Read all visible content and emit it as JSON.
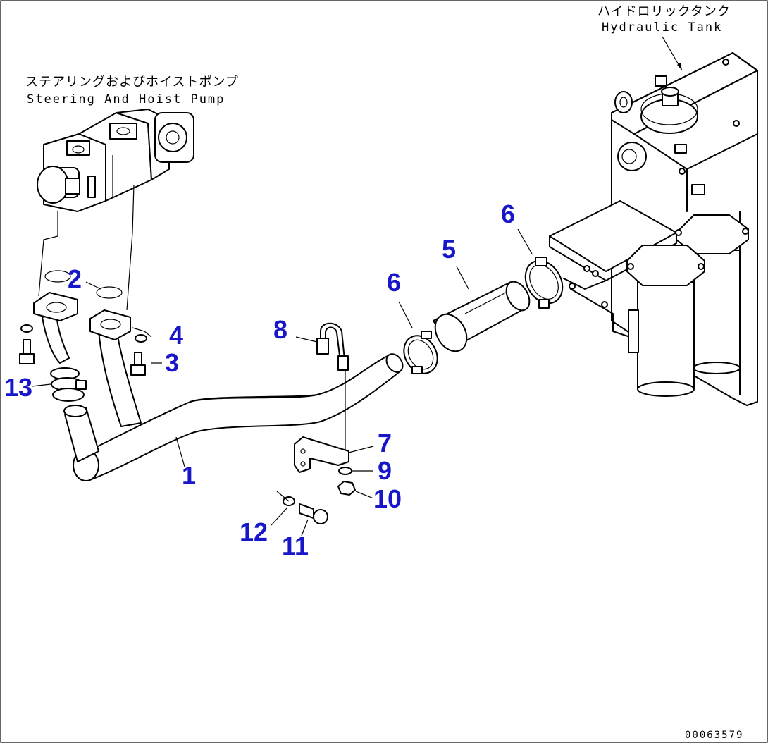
{
  "labels": {
    "pump_jp": "ステアリングおよびホイストポンプ",
    "pump_en": "Steering And Hoist Pump",
    "tank_jp": "ハイドロリックタンク",
    "tank_en": "Hydraulic Tank",
    "drawing_code": "00063579"
  },
  "callouts": {
    "c1": "1",
    "c2": "2",
    "c3": "3",
    "c4": "4",
    "c5": "5",
    "c6a": "6",
    "c6b": "6",
    "c7": "7",
    "c8": "8",
    "c9": "9",
    "c10": "10",
    "c11": "11",
    "c12": "12",
    "c13": "13"
  },
  "colors": {
    "callout": "#1717c9",
    "line": "#000000",
    "background": "#ffffff"
  }
}
